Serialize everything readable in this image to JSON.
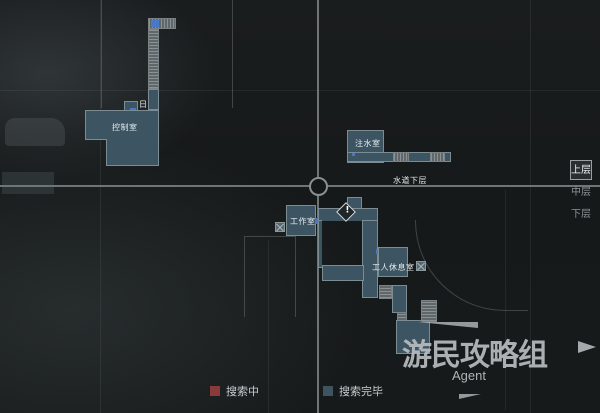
{
  "map": {
    "current_area": "水道下层",
    "rooms": [
      {
        "id": "control-room",
        "label": "控制室"
      },
      {
        "id": "water-injection-room",
        "label": "注水室"
      },
      {
        "id": "workroom",
        "label": "工作室"
      },
      {
        "id": "staff-lounge",
        "label": "工人休息室"
      }
    ],
    "small_marker": "日",
    "alert_icon": "!"
  },
  "floors": {
    "items": [
      {
        "label": "上层",
        "active": true
      },
      {
        "label": "中层",
        "active": false
      },
      {
        "label": "下层",
        "active": false
      }
    ]
  },
  "legend": {
    "items": [
      {
        "label": "搜索中",
        "color": "#8b3a3a"
      },
      {
        "label": "搜索完毕",
        "color": "#3d5563"
      }
    ]
  },
  "watermark": {
    "title": "游民攻略组",
    "subtitle": "Agent"
  },
  "colors": {
    "room_searched": "#3d5563",
    "room_searching": "#8b3a3a",
    "door": "#4a78c8",
    "background": "#151819"
  }
}
